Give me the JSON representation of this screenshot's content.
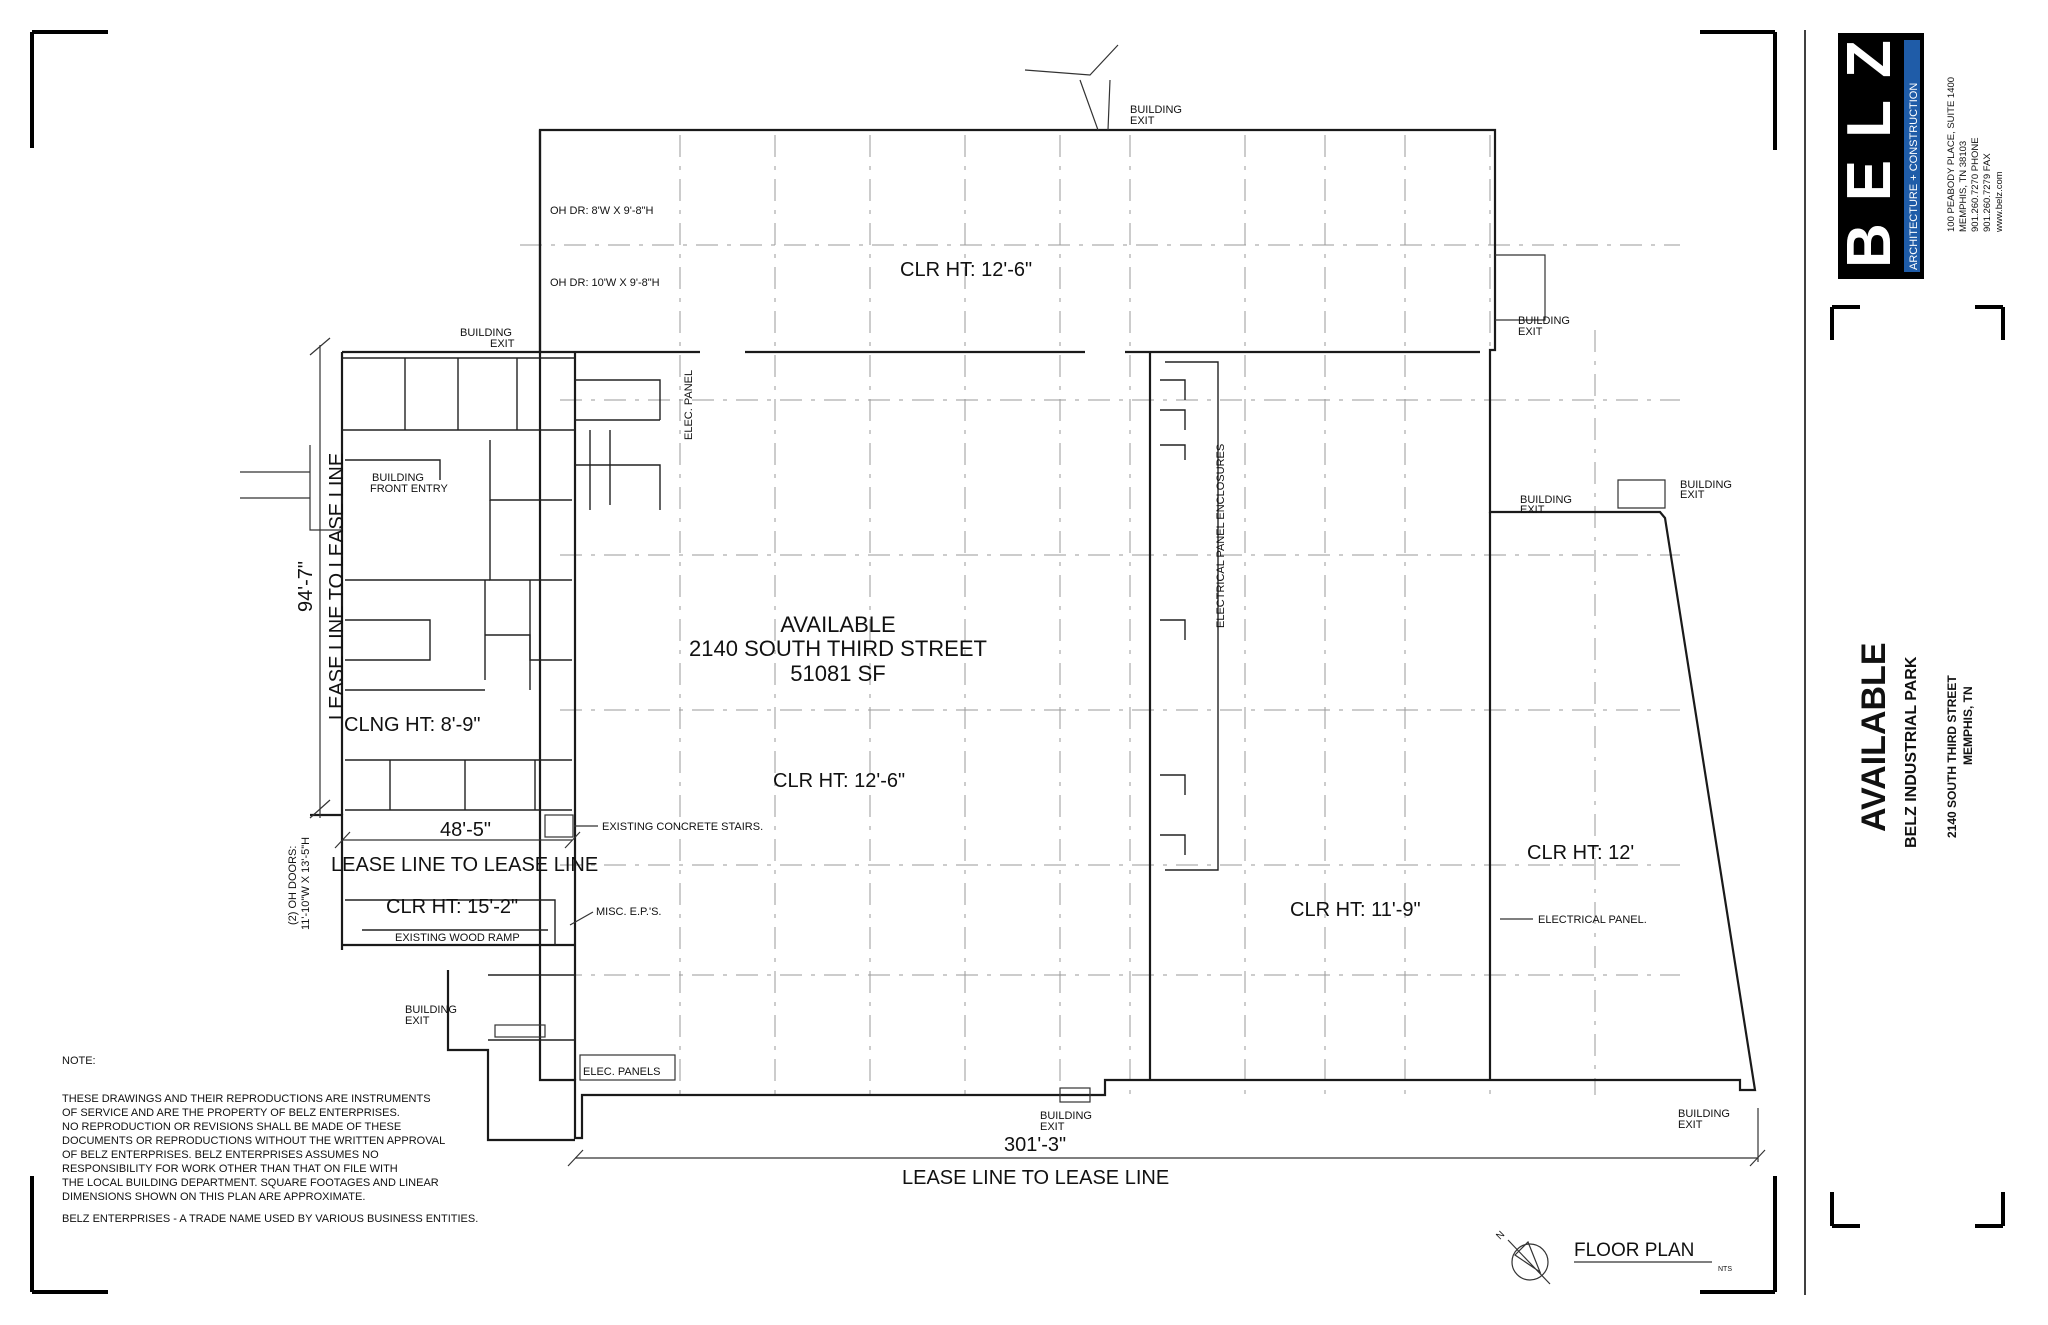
{
  "title_block": {
    "logo": "BELZ",
    "tagline": "ARCHITECTURE + CONSTRUCTION",
    "address_lines": [
      "100 PEABODY PLACE, SUITE 1400",
      "MEMPHIS, TN 38103",
      "901.260.7270 PHONE",
      "901.260.7279 FAX",
      "www.belz.com"
    ],
    "project_title": "AVAILABLE",
    "project_subtitle": "BELZ INDUSTRIAL PARK",
    "project_address_1": "2140 SOUTH THIRD STREET",
    "project_address_2": "MEMPHIS, TN"
  },
  "plan": {
    "main_label_1": "AVAILABLE",
    "main_label_2": "2140 SOUTH THIRD STREET",
    "main_label_3": "51081 SF",
    "clear_heights": {
      "top": "CLR HT: 12'-6\"",
      "center": "CLR HT: 12'-6\"",
      "right": "CLR HT: 11'-9\"",
      "far_right": "CLR HT: 12'",
      "dock": "CLR HT: 15'-2\"",
      "office": "CLNG HT: 8'-9\""
    },
    "labels": {
      "oh_door_1": "OH DR: 8'W X 9'-8\"H",
      "oh_door_2": "OH DR: 10'W X 9'-8\"H",
      "building_exit_1": "BUILDING",
      "building_exit_2": "EXIT",
      "front_entry_1": "BUILDING",
      "front_entry_2": "FRONT ENTRY",
      "elec_panel": "ELEC. PANEL",
      "electrical_enclosures": "ELECTRICAL PANEL ENCLOSURES",
      "existing_stairs": "EXISTING CONCRETE STAIRS.",
      "misc_eps": "MISC. E.P.'S.",
      "wood_ramp": "EXISTING WOOD RAMP",
      "elec_panels": "ELEC. PANELS",
      "electrical_panel": "ELECTRICAL PANEL.",
      "oh_doors_dock_1": "(2) OH DOORS:",
      "oh_doors_dock_2": "11'-10\"W X 13'-5\"H"
    },
    "dimensions": {
      "depth": "94'-7\"",
      "depth_label": "LEASE LINE TO LEASE LINE",
      "office_width": "48'-5\"",
      "office_width_label": "LEASE LINE TO LEASE LINE",
      "total_width": "301'-3\"",
      "total_width_label": "LEASE LINE TO LEASE LINE"
    }
  },
  "notes": {
    "heading": "NOTE:",
    "lines": [
      "THESE DRAWINGS AND THEIR REPRODUCTIONS ARE INSTRUMENTS",
      "OF SERVICE AND ARE THE PROPERTY OF BELZ ENTERPRISES.",
      "NO REPRODUCTION OR REVISIONS SHALL BE MADE OF THESE",
      "DOCUMENTS OR REPRODUCTIONS WITHOUT THE WRITTEN APPROVAL",
      "OF BELZ ENTERPRISES. BELZ ENTERPRISES ASSUMES NO",
      "RESPONSIBILITY FOR WORK OTHER THAN THAT ON FILE WITH",
      "THE LOCAL BUILDING DEPARTMENT. SQUARE FOOTAGES AND LINEAR",
      "DIMENSIONS SHOWN ON THIS PLAN ARE APPROXIMATE."
    ],
    "footer": "BELZ ENTERPRISES - A TRADE NAME USED BY VARIOUS BUSINESS ENTITIES."
  },
  "legend": {
    "sheet_title": "FLOOR PLAN",
    "scale": "NTS",
    "north": "N"
  },
  "colors": {
    "brand_black": "#000000",
    "brand_blue": "#1f5ca8"
  }
}
